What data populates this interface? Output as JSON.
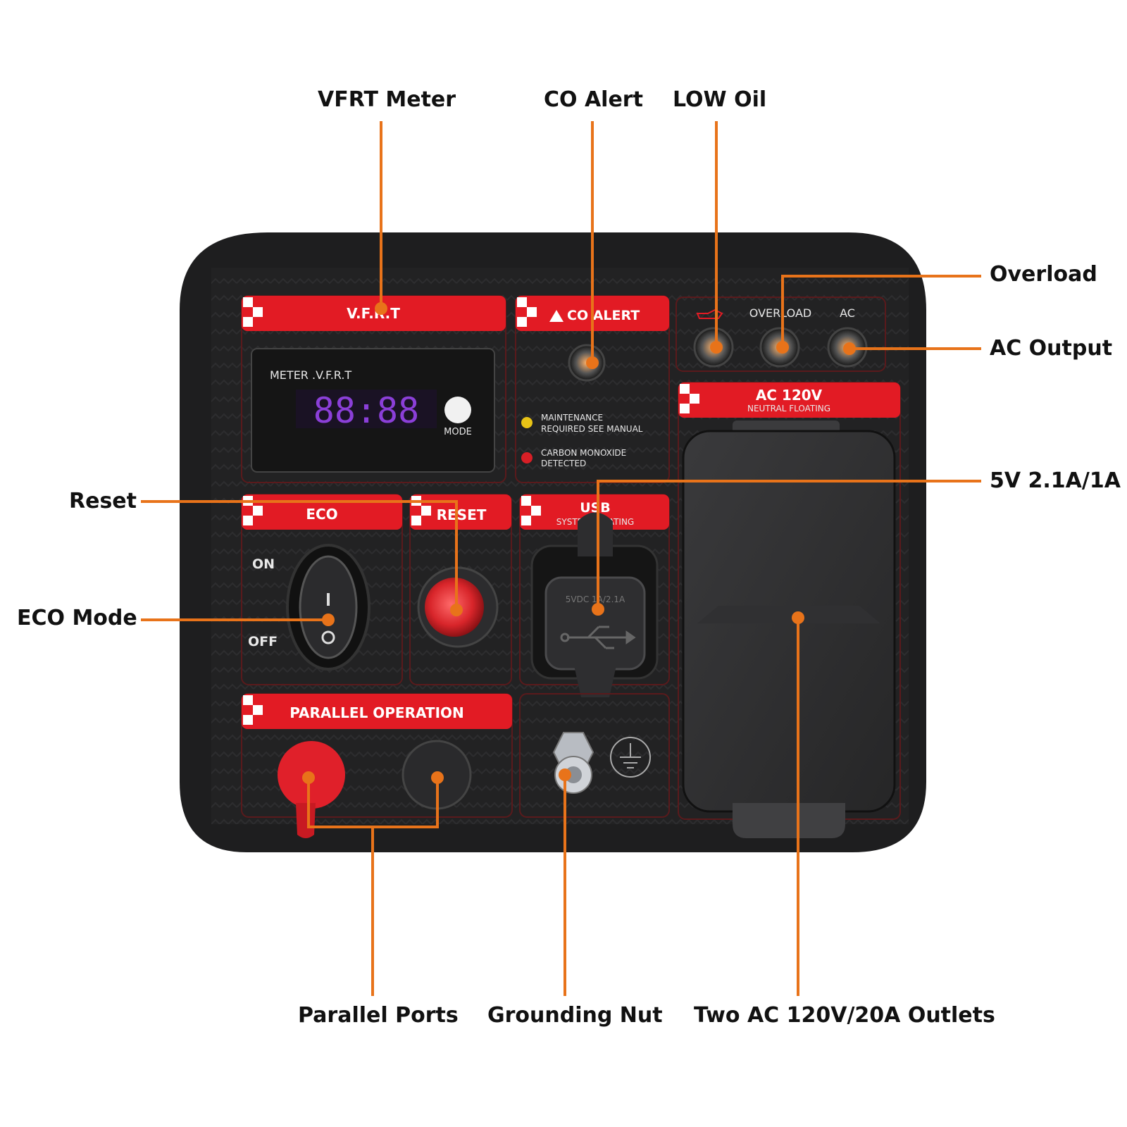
{
  "callouts": {
    "vfrt_meter": "VFRT Meter",
    "co_alert": "CO Alert",
    "low_oil": "LOW Oil",
    "overload": "Overload",
    "ac_output": "AC Output",
    "usb_spec": "5V 2.1A/1A",
    "reset": "Reset",
    "eco_mode": "ECO Mode",
    "parallel_ports": "Parallel Ports",
    "grounding_nut": "Grounding Nut",
    "ac_outlets": "Two AC 120V/20A Outlets"
  },
  "panel": {
    "vfrt_header": "V.F.R.T",
    "meter_caption": "METER .V.F.R.T",
    "meter_digits": "88:88",
    "mode_label": "MODE",
    "co_header": "CO ALERT",
    "maint_line1": "MAINTENANCE",
    "maint_line2": "REQUIRED SEE MANUAL",
    "co_line1": "CARBON MONOXIDE",
    "co_line2": "DETECTED",
    "overload_label": "OVERLOAD",
    "ac_label": "AC",
    "ac120_header": "AC 120V",
    "ac120_sub": "NEUTRAL FLOATING",
    "eco_header": "ECO",
    "eco_on": "ON",
    "eco_off": "OFF",
    "reset_header": "RESET",
    "usb_header": "USB",
    "usb_sub": "SYSTEM FLOATING",
    "usb_spec": "5VDC 1A/2.1A",
    "parallel_header": "PARALLEL OPERATION"
  },
  "colors": {
    "leader": "#e8731a",
    "panel": "#1e1e1f",
    "accent": "#e21b24"
  }
}
